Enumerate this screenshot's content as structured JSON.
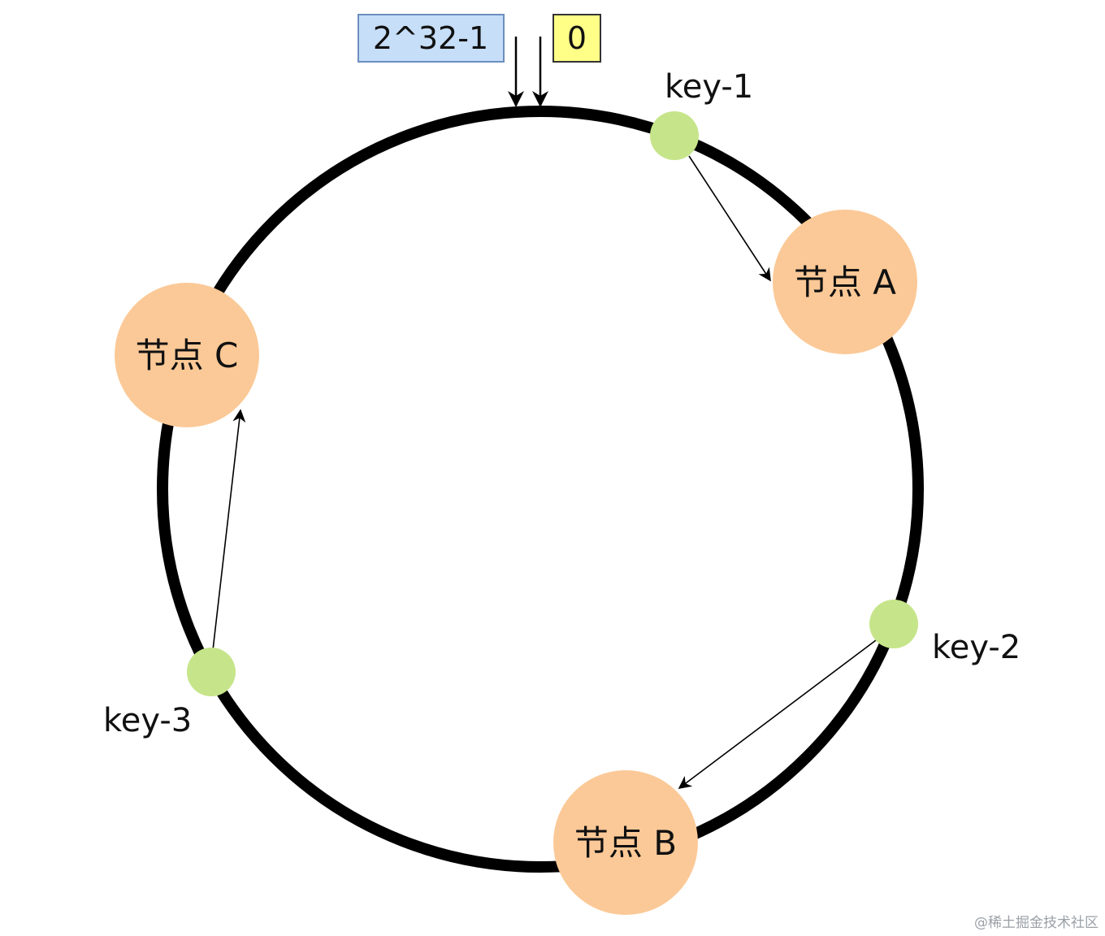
{
  "colors": {
    "ring": "#000000",
    "node_fill": "#FBC997",
    "key_fill": "#C6E58A",
    "max_box_fill": "#C6DEF8",
    "max_box_border": "#6C8EBF",
    "zero_box_fill": "#FFFF88",
    "zero_box_border": "#333333"
  },
  "ring_labels": {
    "max": "2^32-1",
    "zero": "0"
  },
  "nodes": [
    {
      "id": "A",
      "label": "节点 A"
    },
    {
      "id": "B",
      "label": "节点 B"
    },
    {
      "id": "C",
      "label": "节点 C"
    }
  ],
  "keys": [
    {
      "id": "key-1",
      "label": "key-1",
      "maps_to": "A"
    },
    {
      "id": "key-2",
      "label": "key-2",
      "maps_to": "B"
    },
    {
      "id": "key-3",
      "label": "key-3",
      "maps_to": "C"
    }
  ],
  "watermark": "@稀土掘金技术社区"
}
